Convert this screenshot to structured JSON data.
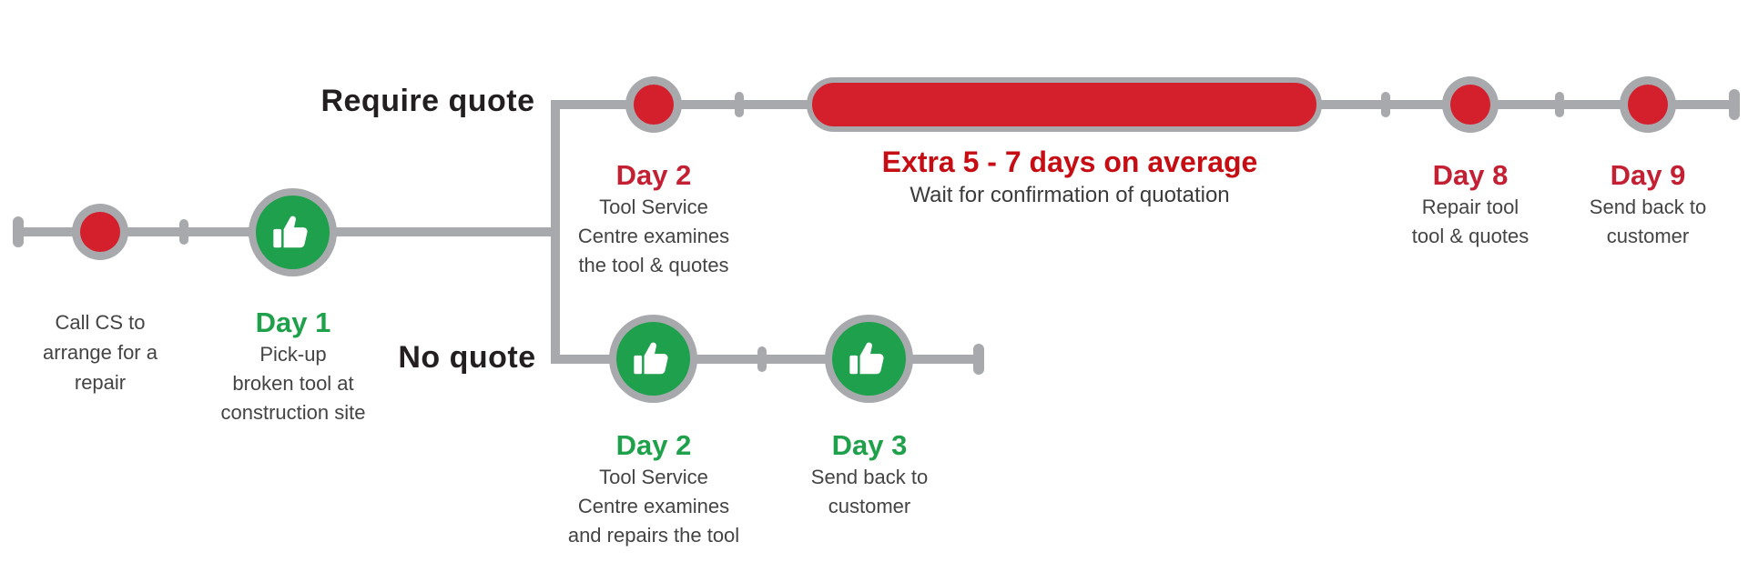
{
  "palette": {
    "timeline_gray": "#a7a9ac",
    "node_red": "#d41f2c",
    "node_green": "#1fa04c",
    "title_red": "#c32033",
    "title_green": "#1fa14c",
    "alert_red": "#c60d13",
    "body_text": "#454345",
    "branch_label_black": "#231f20",
    "background": "#ffffff"
  },
  "branches": {
    "top_label": "Require quote",
    "bottom_label": "No quote"
  },
  "icons": {
    "thumbs_up": "thumbs-up (white on green circle)",
    "milestone_dot": "red dot in gray ring",
    "wait_bar": "long red pill bar"
  },
  "steps": {
    "call_cs": {
      "lines": [
        "Call CS to",
        "arrange for a",
        "repair"
      ]
    },
    "day1": {
      "title": "Day 1",
      "lines": [
        "Pick-up",
        "broken tool at",
        "construction site"
      ]
    },
    "day2_quote": {
      "title": "Day 2",
      "lines": [
        "Tool Service",
        "Centre examines",
        "the tool & quotes"
      ]
    },
    "wait_quote": {
      "title": "Extra 5 - 7 days on average",
      "subtitle": "Wait for confirmation of quotation"
    },
    "day8": {
      "title": "Day 8",
      "lines": [
        "Repair tool",
        "tool & quotes"
      ]
    },
    "day9": {
      "title": "Day 9",
      "lines": [
        "Send back to",
        "customer"
      ]
    },
    "day2_no_quote": {
      "title": "Day 2",
      "lines": [
        "Tool Service",
        "Centre examines",
        "and repairs the tool"
      ]
    },
    "day3": {
      "title": "Day 3",
      "lines": [
        "Send back to",
        "customer"
      ]
    }
  }
}
